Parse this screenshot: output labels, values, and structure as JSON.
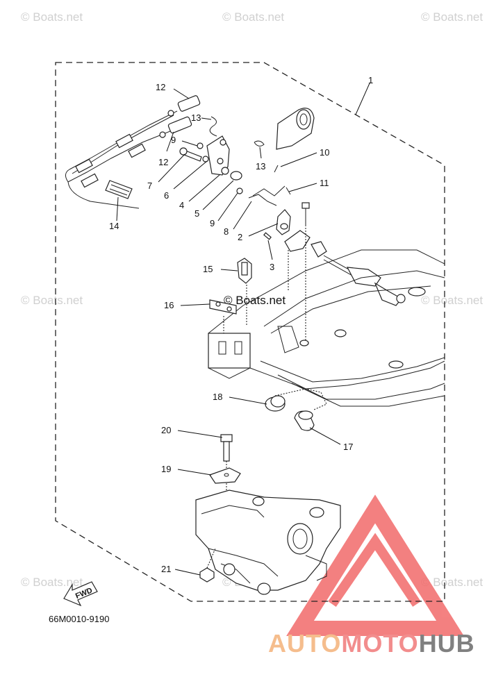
{
  "watermark": {
    "text": "© Boats.net"
  },
  "callouts": {
    "c1": "1",
    "c2": "2",
    "c3": "3",
    "c4": "4",
    "c5": "5",
    "c6": "6",
    "c7": "7",
    "c8": "8",
    "c9a": "9",
    "c9b": "9",
    "c10": "10",
    "c11": "11",
    "c12a": "12",
    "c12b": "12",
    "c13a": "13",
    "c13b": "13",
    "c14": "14",
    "c15": "15",
    "c16": "16",
    "c17": "17",
    "c18": "18",
    "c19": "19",
    "c20": "20",
    "c21": "21"
  },
  "fwd_label": "FWD",
  "diagram_code": "66M0010-9190",
  "brand": {
    "part1": "AUTO",
    "part2": "MOTO",
    "part3": "HUB"
  },
  "colors": {
    "logo_red": "#f26b6b",
    "logo_orange": "#f4b27a",
    "logo_gray": "#6b6b6b",
    "watermark_gray": "#d0d0d0"
  }
}
